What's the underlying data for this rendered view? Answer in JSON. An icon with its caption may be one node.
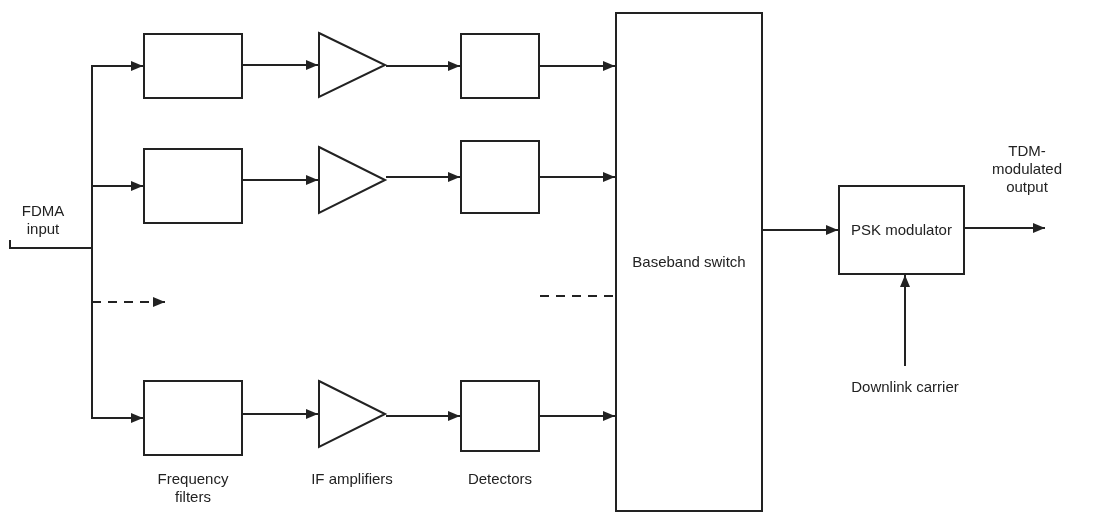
{
  "diagram": {
    "nodes": [
      {
        "text": [
          "FDMA input"
        ]
      },
      {
        "text": [],
        "shape": "box"
      },
      {
        "text": [],
        "shape": "triangle"
      },
      {
        "text": [],
        "shape": "box"
      },
      {
        "text": [],
        "shape": "box"
      },
      {
        "text": [],
        "shape": "triangle"
      },
      {
        "text": [],
        "shape": "box"
      },
      {
        "text": [],
        "shape": "box"
      },
      {
        "text": [],
        "shape": "triangle"
      },
      {
        "text": [],
        "shape": "box"
      },
      {
        "text": [
          "Baseband switch"
        ]
      },
      {
        "text": [
          "PSK modulator"
        ]
      },
      {
        "text": [
          "Downlink carrier"
        ]
      }
    ],
    "edges": [
      {
        "from": 0,
        "to": 1,
        "arrow": "to"
      },
      {
        "from": 0,
        "to": 4,
        "arrow": "to"
      },
      {
        "from": 0,
        "to": 7,
        "arrow": "to"
      },
      {
        "from": 0,
        "to": null,
        "arrow": "to",
        "style": "dashed"
      },
      {
        "from": 1,
        "to": 2,
        "arrow": "to"
      },
      {
        "from": 2,
        "to": 3,
        "arrow": "to"
      },
      {
        "from": 3,
        "to": 10,
        "arrow": "to"
      },
      {
        "from": 4,
        "to": 5,
        "arrow": "to"
      },
      {
        "from": 5,
        "to": 6,
        "arrow": "to"
      },
      {
        "from": 6,
        "to": 10,
        "arrow": "to"
      },
      {
        "from": 7,
        "to": 8,
        "arrow": "to"
      },
      {
        "from": 8,
        "to": 9,
        "arrow": "to"
      },
      {
        "from": 9,
        "to": 10,
        "arrow": "to"
      },
      {
        "from": null,
        "to": 10,
        "arrow": "none",
        "style": "dashed"
      },
      {
        "from": 10,
        "to": 11,
        "arrow": "to"
      },
      {
        "from": 11,
        "to": null,
        "arrow": "to"
      },
      {
        "from": 12,
        "to": 11,
        "arrow": "to"
      }
    ],
    "labels": [
      "TDM-modulated output",
      "Frequency filters",
      "IF amplifiers",
      "Detectors"
    ]
  }
}
